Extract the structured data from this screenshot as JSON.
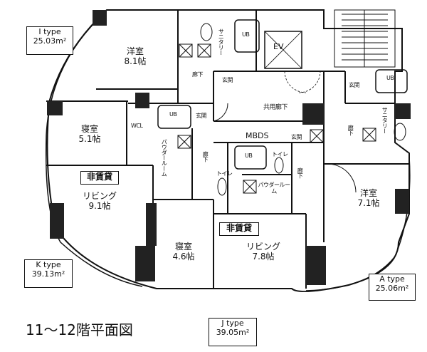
{
  "title": "11〜12階平面図",
  "units": {
    "i": {
      "type": "I type",
      "area": "25.03m²"
    },
    "k": {
      "type": "K type",
      "area": "39.13m²"
    },
    "a": {
      "type": "A type",
      "area": "25.06m²"
    },
    "j": {
      "type": "J type",
      "area": "39.05m²"
    }
  },
  "rooms": {
    "yoshitsu_i": {
      "name": "洋室",
      "size": "8.1帖"
    },
    "shinshitsu_k": {
      "name": "寝室",
      "size": "5.1帖"
    },
    "living_k": {
      "name": "リビング",
      "size": "9.1帖"
    },
    "yoshitsu_a": {
      "name": "洋室",
      "size": "7.1帖"
    },
    "shinshitsu_j": {
      "name": "寝室",
      "size": "4.6帖"
    },
    "living_j": {
      "name": "リビング",
      "size": "7.8帖"
    }
  },
  "labels": {
    "non_rental_1": "非賃貸",
    "non_rental_2": "非賃貸",
    "ev": "EV",
    "mbds": "MBDS",
    "corridor": "共用廊下",
    "ub1": "UB",
    "ub2": "UB",
    "ub3": "UB",
    "ub4": "UB",
    "wcl": "WCL",
    "genkan1": "玄関",
    "genkan2": "玄関",
    "genkan3": "玄関",
    "genkan4": "玄関",
    "roka1": "廊下",
    "roka2": "廊下",
    "roka3": "廊下",
    "roka4": "廊下",
    "toilet1": "トイレ",
    "toilet2": "トイレ",
    "sanitary1": "サニタリー",
    "sanitary2": "サニタリー",
    "powder1": "パウダールーム",
    "powder2": "パウダールーム"
  }
}
